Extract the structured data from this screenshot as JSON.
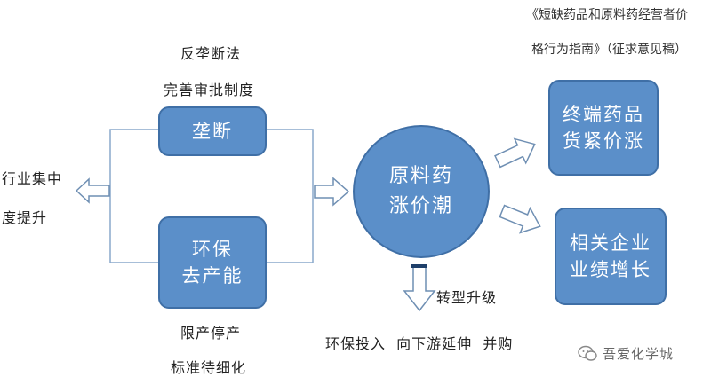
{
  "note": {
    "line1": "《短缺药品和原料药经营者价",
    "line2": "格行为指南》（征求意见稿）"
  },
  "top_labels": {
    "label1": "反垄断法",
    "label2": "完善审批制度"
  },
  "left_labels": {
    "line1": "行业集中",
    "line2": "度提升"
  },
  "boxes": {
    "monopoly": "垄断",
    "env_line1": "环保",
    "env_line2": "去产能",
    "center_line1": "原料药",
    "center_line2": "涨价潮",
    "terminal_line1": "终端药品",
    "terminal_line2": "货紧价涨",
    "perf_line1": "相关企业",
    "perf_line2": "业绩增长"
  },
  "bottom_labels": {
    "label1": "限产停产",
    "label2": "标准待细化",
    "transform": "转型升级",
    "actions": "环保投入  向下游延伸  并购"
  },
  "watermark": {
    "text": "吾爱化学城",
    "icon": "wechat-icon"
  },
  "colors": {
    "node_fill": "#5b8fc9",
    "node_border": "#3f6fa6",
    "arrow_fill": "#ffffff",
    "arrow_stroke": "#6f8fb3"
  }
}
